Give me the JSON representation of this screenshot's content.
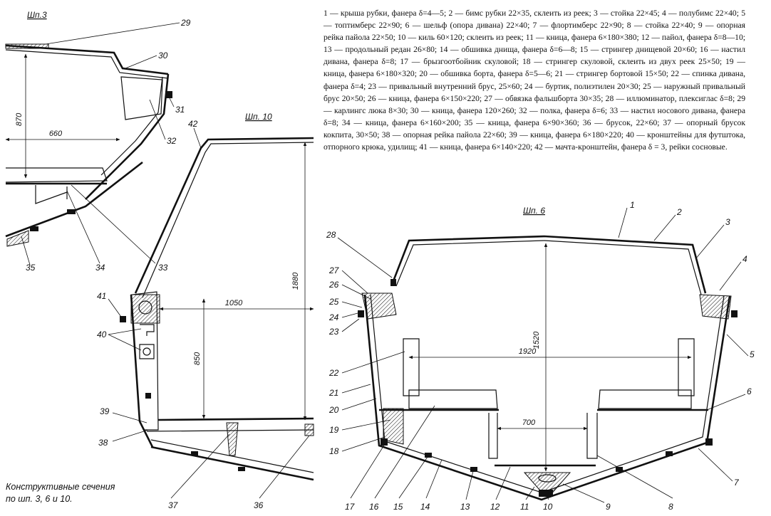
{
  "legend_text": "1 — крыша рубки, фанера δ=4—5; 2 — бимс рубки 22×35, склеить из реек; 3 — стойка 22×45; 4 — полубимс 22×40; 5 — топтимберс 22×90; 6 — шельф (опора дивана) 22×40; 7 — флортимберс 22×90; 8 — стойка 22×40; 9 — опорная рейка пайола 22×50; 10 — киль 60×120; склеить из реек; 11 — кница, фанера 6×180×380; 12 — пайол, фанера δ=8—10; 13 — продольный редан 26×80; 14 — обшивка днища, фанера δ=6—8; 15 — стрингер днищевой 20×60; 16 — настил дивана, фанера δ=8; 17 — брызгоотбойник скуловой; 18 — стрингер скуловой, склеить из двух реек 25×50; 19 — кница, фанера 6×180×320; 20 — обшивка борта, фанера δ=5—6; 21 — стрингер бортовой 15×50; 22 — спинка дивана, фанера δ=4; 23 — привальный внутренний брус, 25×60; 24 — буртик, полиэтилен 20×30; 25 — наружный привальный брус 20×50; 26 — кница, фанера 6×150×220; 27 — обвязка фальшборта 30×35; 28 — иллюминатор, плексиглас δ=8; 29 — карлингс люка 8×30; 30 — кница, фанера 120×260; 32 — полка, фанера δ=6; 33 — настил носового дивана, фанера δ=8; 34 — кница, фанера 6×160×200; 35 — кница, фанера 6×90×360; 36 — брусок, 22×60; 37 — опорный брусок кокпита, 30×50; 38 — опорная рейка пайола 22×60; 39 — кница, фанера 6×180×220; 40 — кронштейны для футштока, отпорного крюка, удилищ; 41 — кница, фанера 6×140×220; 42 — мачта-кронштейн, фанера δ = 3, рейки сосновые.",
  "caption": [
    "Конструктивные сечения",
    "по шп. 3, 6 и 10."
  ],
  "sections": {
    "frame3": "Шп.3",
    "frame10": "Шп. 10",
    "frame6": "Шп. 6"
  },
  "dimensions": {
    "d870": "870",
    "d660": "660",
    "d1880": "1880",
    "d1050": "1050",
    "d850": "850",
    "d1520": "1520",
    "d1920": "1920",
    "d700": "700"
  },
  "callouts": {
    "frame3": [
      {
        "id": "c29",
        "label": "29"
      },
      {
        "id": "c30",
        "label": "30"
      },
      {
        "id": "c31",
        "label": "31"
      },
      {
        "id": "c32",
        "label": "32"
      },
      {
        "id": "c33",
        "label": "33"
      },
      {
        "id": "c34",
        "label": "34"
      },
      {
        "id": "c35",
        "label": "35"
      }
    ],
    "frame10": [
      {
        "id": "c42",
        "label": "42"
      },
      {
        "id": "c41",
        "label": "41"
      },
      {
        "id": "c40",
        "label": "40"
      },
      {
        "id": "c39",
        "label": "39"
      },
      {
        "id": "c38",
        "label": "38"
      },
      {
        "id": "c37",
        "label": "37"
      },
      {
        "id": "c36",
        "label": "36"
      }
    ],
    "frame6": [
      {
        "id": "c1",
        "label": "1"
      },
      {
        "id": "c2",
        "label": "2"
      },
      {
        "id": "c3",
        "label": "3"
      },
      {
        "id": "c4",
        "label": "4"
      },
      {
        "id": "c5",
        "label": "5"
      },
      {
        "id": "c6",
        "label": "6"
      },
      {
        "id": "c7",
        "label": "7"
      },
      {
        "id": "c8",
        "label": "8"
      },
      {
        "id": "c9",
        "label": "9"
      },
      {
        "id": "c10",
        "label": "10"
      },
      {
        "id": "c11",
        "label": "11"
      },
      {
        "id": "c12",
        "label": "12"
      },
      {
        "id": "c13",
        "label": "13"
      },
      {
        "id": "c14",
        "label": "14"
      },
      {
        "id": "c15",
        "label": "15"
      },
      {
        "id": "c16",
        "label": "16"
      },
      {
        "id": "c17",
        "label": "17"
      },
      {
        "id": "c18",
        "label": "18"
      },
      {
        "id": "c19",
        "label": "19"
      },
      {
        "id": "c20",
        "label": "20"
      },
      {
        "id": "c21",
        "label": "21"
      },
      {
        "id": "c22",
        "label": "22"
      },
      {
        "id": "c23",
        "label": "23"
      },
      {
        "id": "c24",
        "label": "24"
      },
      {
        "id": "c25",
        "label": "25"
      },
      {
        "id": "c26",
        "label": "26"
      },
      {
        "id": "c27",
        "label": "27"
      },
      {
        "id": "c28",
        "label": "28"
      }
    ]
  }
}
